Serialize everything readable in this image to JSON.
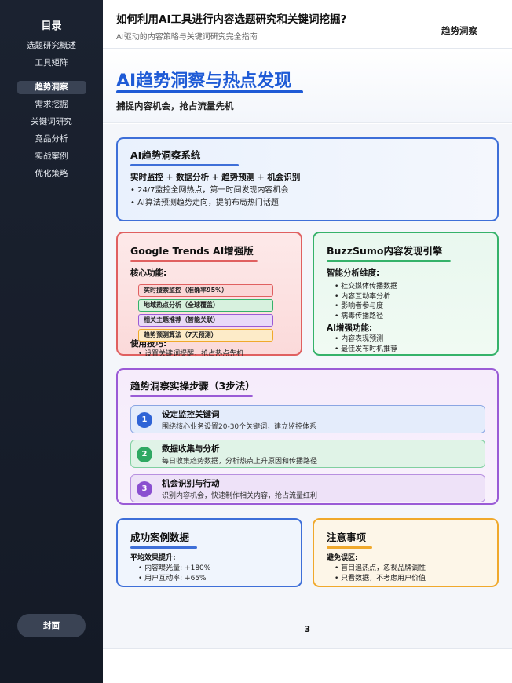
{
  "sidebar": {
    "title": "目录",
    "items": [
      {
        "label": "选题研究概述"
      },
      {
        "label": "工具矩阵"
      },
      {
        "label": "趋势洞察"
      },
      {
        "label": "需求挖掘"
      },
      {
        "label": "关键词研究"
      },
      {
        "label": "竞品分析"
      },
      {
        "label": "实战案例"
      },
      {
        "label": "优化策略"
      }
    ],
    "active": "趋势洞察",
    "cover_button": "封面"
  },
  "header": {
    "title": "如何利用AI工具进行内容选题研究和关键词挖掘?",
    "subtitle": "AI驱动的内容策略与关键词研究完全指南",
    "section": "趋势洞察"
  },
  "hero": {
    "title": "AI趋势洞察与热点发现",
    "subtitle": "捕捉内容机会，抢占流量先机"
  },
  "system_card": {
    "title": "AI趋势洞察系统",
    "formula": "实时监控 + 数据分析 + 趋势预测 + 机会识别",
    "points": [
      "• 24/7监控全网热点，第一时间发现内容机会",
      "• AI算法预测趋势走向，提前布局热门话题"
    ]
  },
  "google_card": {
    "title": "Google Trends AI增强版",
    "features_label": "核心功能:",
    "tags": [
      "实时搜索监控（准确率95%）",
      "地域热点分析（全球覆盖）",
      "相关主题推荐（智能关联）",
      "趋势预测算法（7天预测）"
    ],
    "tips_label": "使用技巧:",
    "tips": [
      "• 设置关键词提醒，抢占热点先机"
    ]
  },
  "buzzsumo_card": {
    "title": "BuzzSumo内容发现引擎",
    "analysis_label": "智能分析维度:",
    "analysis": [
      "• 社交媒体传播数据",
      "• 内容互动率分析",
      "• 影响者参与度",
      "• 病毒传播路径"
    ],
    "ai_label": "AI增强功能:",
    "ai": [
      "• 内容表现预测",
      "• 最佳发布时机推荐"
    ]
  },
  "steps_card": {
    "title": "趋势洞察实操步骤（3步法）",
    "steps": [
      {
        "num": "1",
        "title": "设定监控关键词",
        "desc": "围绕核心业务设置20-30个关键词，建立监控体系"
      },
      {
        "num": "2",
        "title": "数据收集与分析",
        "desc": "每日收集趋势数据，分析热点上升原因和传播路径"
      },
      {
        "num": "3",
        "title": "机会识别与行动",
        "desc": "识别内容机会，快速制作相关内容，抢占流量红利"
      }
    ]
  },
  "case_card": {
    "title": "成功案例数据",
    "label": "平均效果提升:",
    "items": [
      "• 内容曝光量: +180%",
      "• 用户互动率: +65%"
    ]
  },
  "notes_card": {
    "title": "注意事项",
    "label": "避免误区:",
    "items": [
      "• 盲目追热点，忽视品牌调性",
      "• 只看数据，不考虑用户价值"
    ]
  },
  "page_number": "3",
  "colors": {
    "accent": "#1f5bd6",
    "google": "#e06060",
    "buzz": "#35b26a",
    "steps": "#9a5bd6",
    "notes": "#f0a92c"
  }
}
